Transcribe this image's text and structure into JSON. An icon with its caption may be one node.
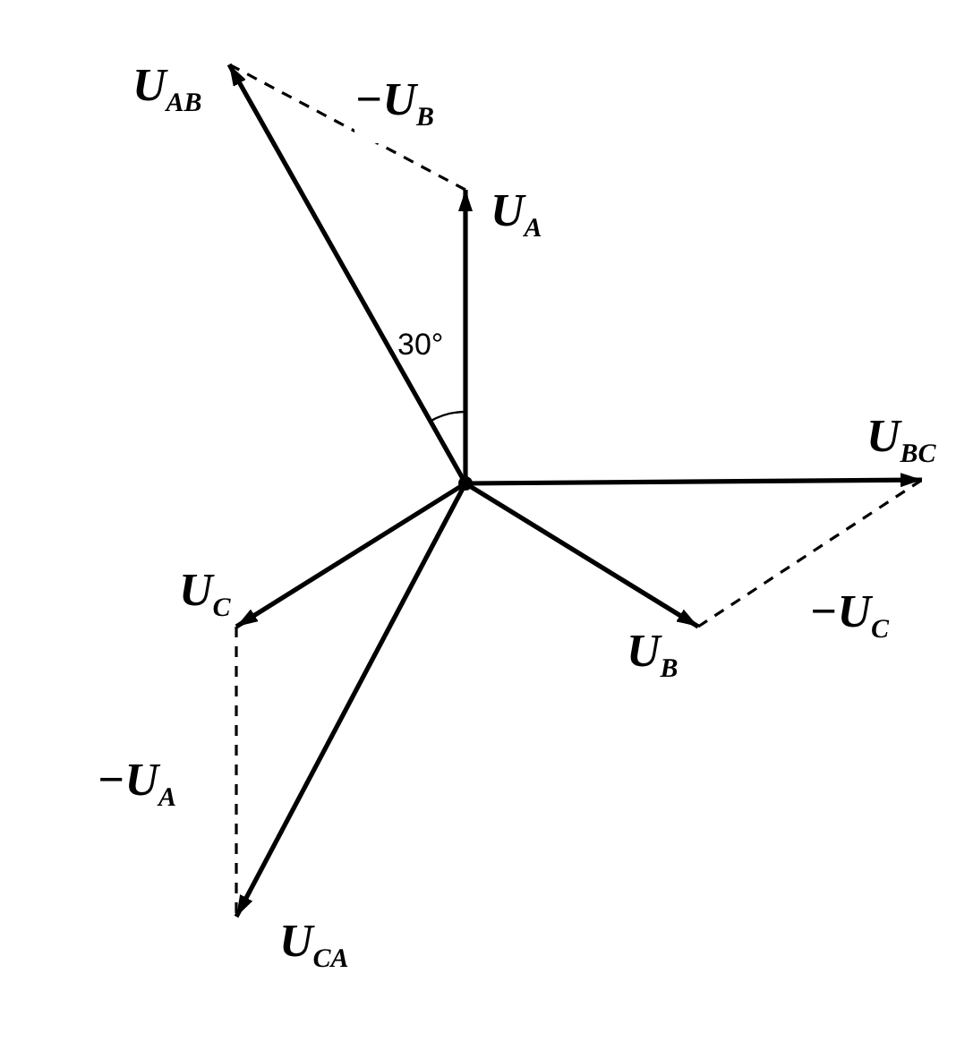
{
  "diagram": {
    "nodes": [
      {
        "text": [],
        "shape": "point"
      },
      {
        "text": [
          "U$_{AB}$"
        ]
      },
      {
        "text": [
          "U$_{A}$"
        ]
      },
      {
        "text": [
          "U$_{BC}$"
        ]
      },
      {
        "text": [
          "U$_{B}$"
        ]
      },
      {
        "text": [
          "U$_{C}$"
        ]
      },
      {
        "text": [
          "U$_{CA}$"
        ]
      }
    ],
    "edges": [
      {
        "from": 0,
        "to": 1,
        "arrow": "to"
      },
      {
        "from": 0,
        "to": 2,
        "arrow": "to"
      },
      {
        "from": 0,
        "to": 3,
        "arrow": "to"
      },
      {
        "from": 0,
        "to": 4,
        "arrow": "to"
      },
      {
        "from": 0,
        "to": 5,
        "arrow": "to"
      },
      {
        "from": 0,
        "to": 6,
        "arrow": "to"
      },
      {
        "from": 2,
        "to": 1,
        "arrow": "none",
        "style": "dashed",
        "label": "−U$_{B}$"
      },
      {
        "from": 4,
        "to": 3,
        "arrow": "none",
        "style": "dashed",
        "label": "−U$_{C}$"
      },
      {
        "from": 5,
        "to": 6,
        "arrow": "none",
        "style": "dashed",
        "label": "−U$_{A}$"
      }
    ],
    "labels": [
      "30°"
    ]
  }
}
